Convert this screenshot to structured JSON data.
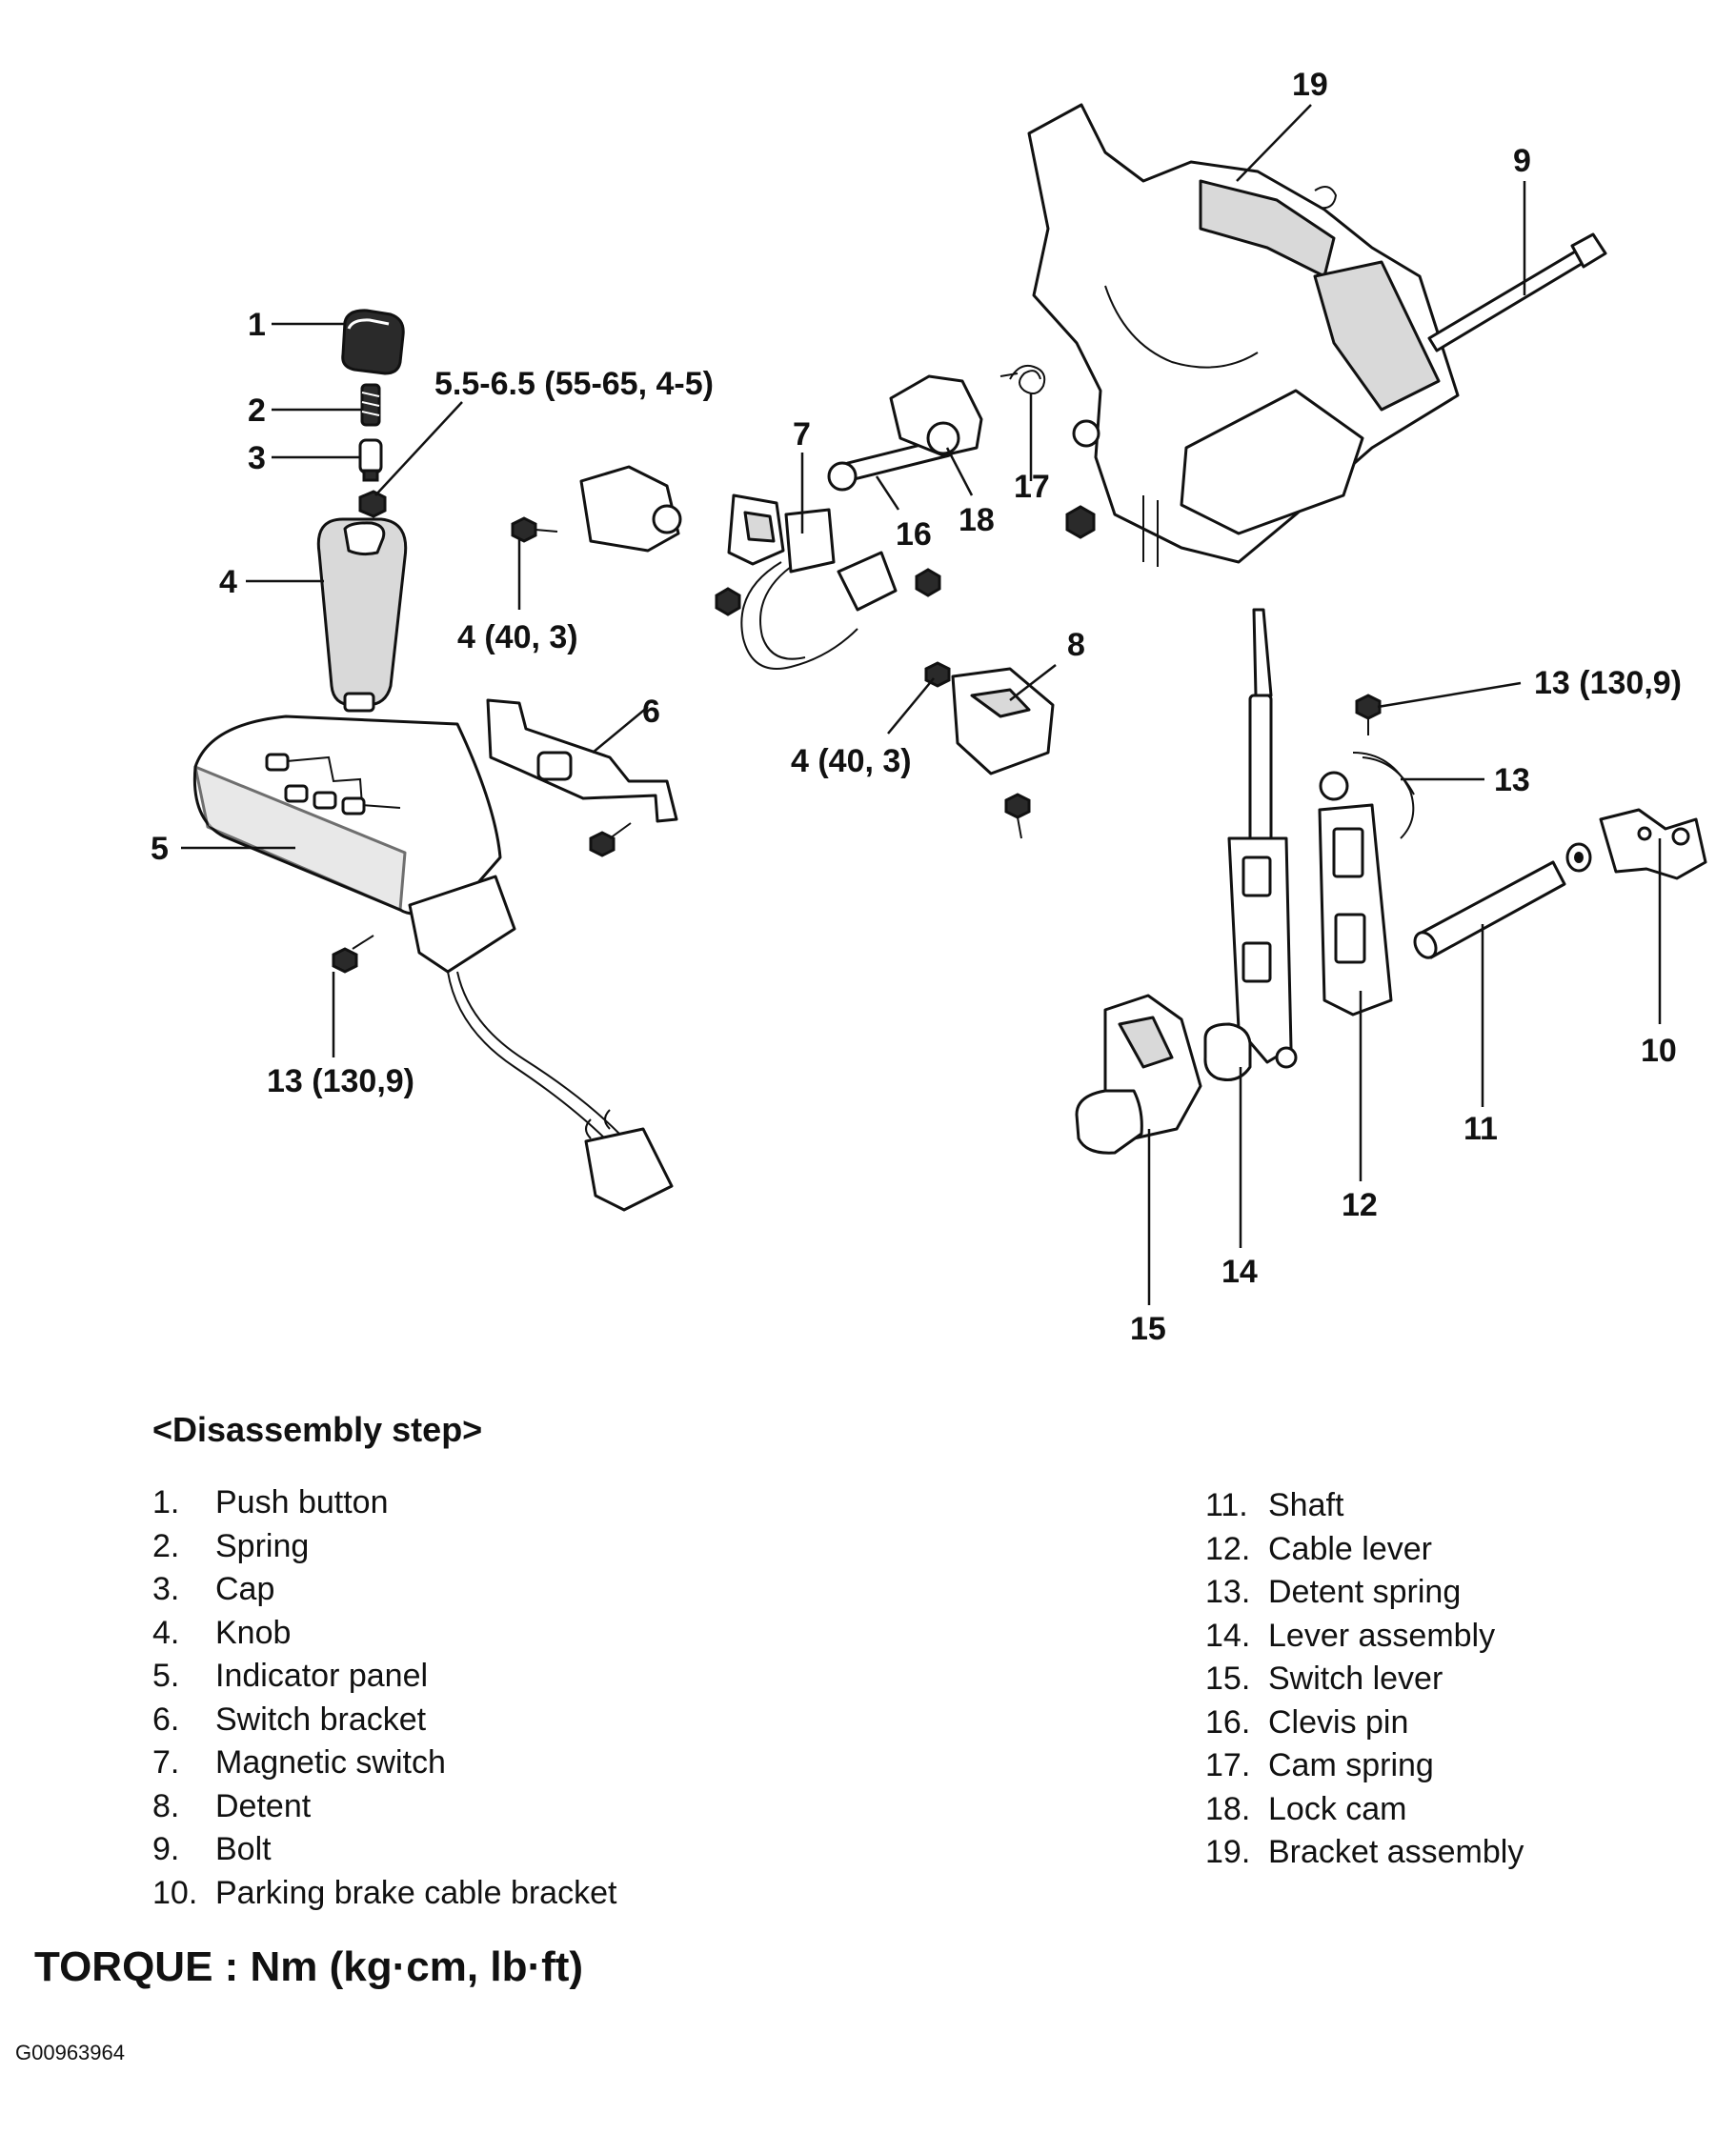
{
  "diagram": {
    "callouts": {
      "c1": "1",
      "c2": "2",
      "c3": "3",
      "c4": "4",
      "c5": "5",
      "c6": "6",
      "c7": "7",
      "c8": "8",
      "c9": "9",
      "c10": "10",
      "c11": "11",
      "c12": "12",
      "c13": "13",
      "c14": "14",
      "c15": "15",
      "c16": "16",
      "c17": "17",
      "c18": "18",
      "c19": "19",
      "torque_knob_nut": "5.5-6.5 (55-65, 4-5)",
      "torque_switch_screw": "4 (40, 3)",
      "torque_detent_screw": "4 (40, 3)",
      "torque_bracket_bolt": "13 (130,9)",
      "torque_panel_bolt": "13 (130,9)"
    }
  },
  "disassembly": {
    "title": "<Disassembly step>",
    "steps_left": [
      {
        "num": "1.",
        "label": "Push button"
      },
      {
        "num": "2.",
        "label": "Spring"
      },
      {
        "num": "3.",
        "label": "Cap"
      },
      {
        "num": "4.",
        "label": "Knob"
      },
      {
        "num": "5.",
        "label": "Indicator panel"
      },
      {
        "num": "6.",
        "label": "Switch bracket"
      },
      {
        "num": "7.",
        "label": "Magnetic switch"
      },
      {
        "num": "8.",
        "label": "Detent"
      },
      {
        "num": "9.",
        "label": "Bolt"
      },
      {
        "num": "10.",
        "label": "Parking brake cable bracket"
      }
    ],
    "steps_right": [
      {
        "num": "11.",
        "label": "Shaft"
      },
      {
        "num": "12.",
        "label": "Cable lever"
      },
      {
        "num": "13.",
        "label": "Detent spring"
      },
      {
        "num": "14.",
        "label": "Lever assembly"
      },
      {
        "num": "15.",
        "label": "Switch lever"
      },
      {
        "num": "16.",
        "label": "Clevis pin"
      },
      {
        "num": "17.",
        "label": "Cam spring"
      },
      {
        "num": "18.",
        "label": "Lock cam"
      },
      {
        "num": "19.",
        "label": "Bracket assembly"
      }
    ]
  },
  "torque_note": "TORQUE : Nm (kg·cm, lb·ft)",
  "figure_id": "G00963964"
}
